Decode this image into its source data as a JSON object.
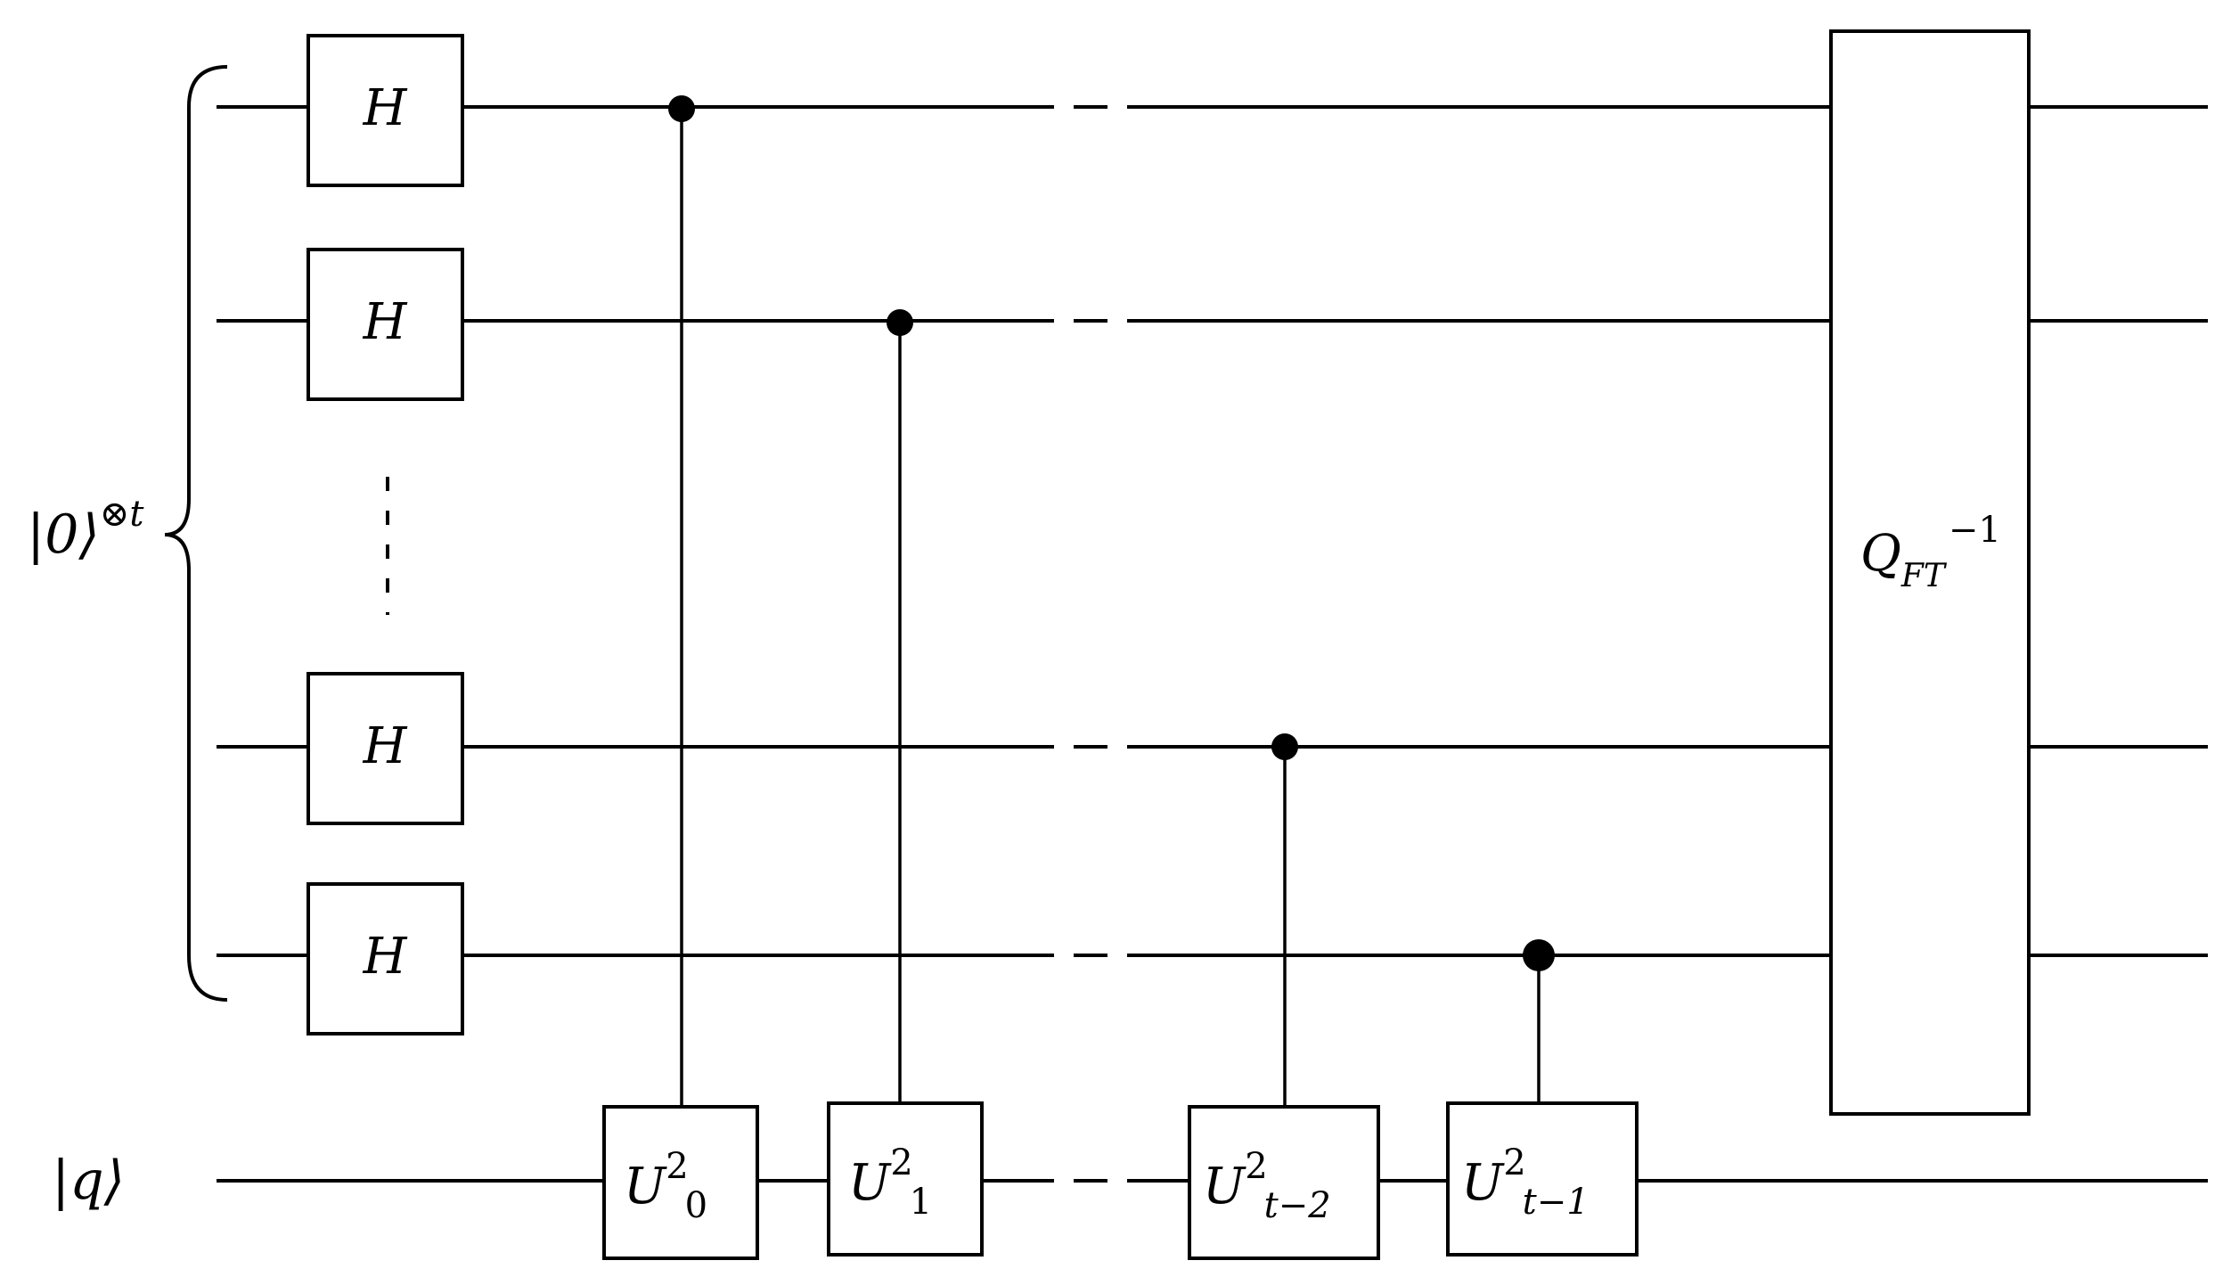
{
  "register_label": {
    "ket": "|0⟩",
    "sup": "⊗t"
  },
  "target_label": "|q⟩",
  "hadamard_gates": [
    {
      "label": "H"
    },
    {
      "label": "H"
    },
    {
      "label": "H"
    },
    {
      "label": "H"
    }
  ],
  "controlled_gates": [
    {
      "base": "U",
      "sup": "2",
      "sub": "0"
    },
    {
      "base": "U",
      "sup": "2",
      "sub": "1"
    },
    {
      "base": "U",
      "sup": "2",
      "sub": "t−2"
    },
    {
      "base": "U",
      "sup": "2",
      "sub": "t−1"
    }
  ],
  "qft_gate": {
    "base": "Q",
    "sub": "FT",
    "sup": "−1"
  }
}
